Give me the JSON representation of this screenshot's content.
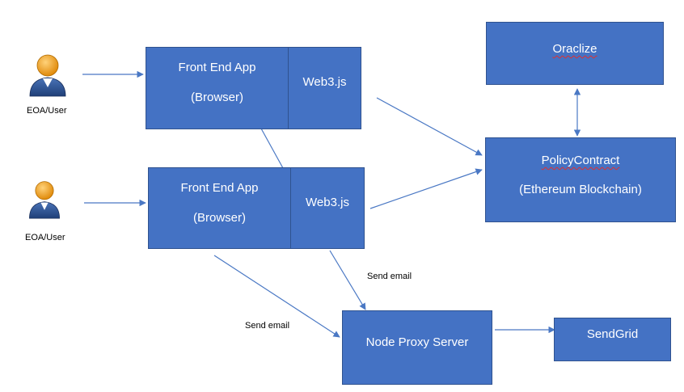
{
  "users": [
    {
      "label": "EOA/User"
    },
    {
      "label": "EOA/User"
    }
  ],
  "frontend_top": {
    "line1": "Front End App",
    "line2": "(Browser)",
    "web3": "Web3.js"
  },
  "frontend_bottom": {
    "line1": "Front End App",
    "line2": "(Browser)",
    "web3": "Web3.js"
  },
  "oraclize": {
    "label": "Oraclize"
  },
  "policy": {
    "line1": "PolicyContract",
    "line2": "(Ethereum Blockchain)"
  },
  "proxy": {
    "label": "Node Proxy Server"
  },
  "sendgrid": {
    "label": "SendGrid"
  },
  "edges": {
    "send_email_1": "Send email",
    "send_email_2": "Send email"
  },
  "colors": {
    "box_fill": "#4472c4",
    "box_border": "#2f528f",
    "arrow": "#4a78c4",
    "user_head": "#f5a623",
    "user_body": "#2f5597"
  }
}
